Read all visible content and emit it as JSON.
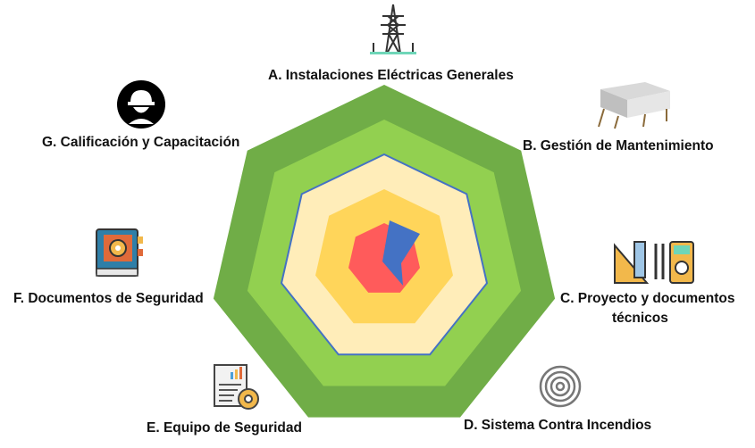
{
  "categories": [
    {
      "key": "A",
      "label": "A. Instalaciones Eléctricas Generales",
      "icon": "power-tower-icon"
    },
    {
      "key": "B",
      "label": "B. Gestión de Mantenimiento",
      "icon": "building-module-icon"
    },
    {
      "key": "C",
      "label_line1": "C. Proyecto y documentos",
      "label_line2": "técnicos",
      "icon": "technical-tools-icon"
    },
    {
      "key": "D",
      "label": "D. Sistema Contra Incendios",
      "icon": "fire-detector-icon"
    },
    {
      "key": "E",
      "label": "E. Equipo de Seguridad",
      "icon": "report-gear-icon"
    },
    {
      "key": "F",
      "label": "F. Documentos de Seguridad",
      "icon": "manual-book-icon"
    },
    {
      "key": "G",
      "label": "G. Calificación y Capacitación",
      "icon": "helmet-worker-icon"
    }
  ],
  "colors": {
    "ring1": "#70AD47",
    "ring2": "#92D050",
    "ring3": "#FFEDB9",
    "ring4": "#FFD55A",
    "core": "#FF5B5B",
    "series": "#4472C4"
  }
}
